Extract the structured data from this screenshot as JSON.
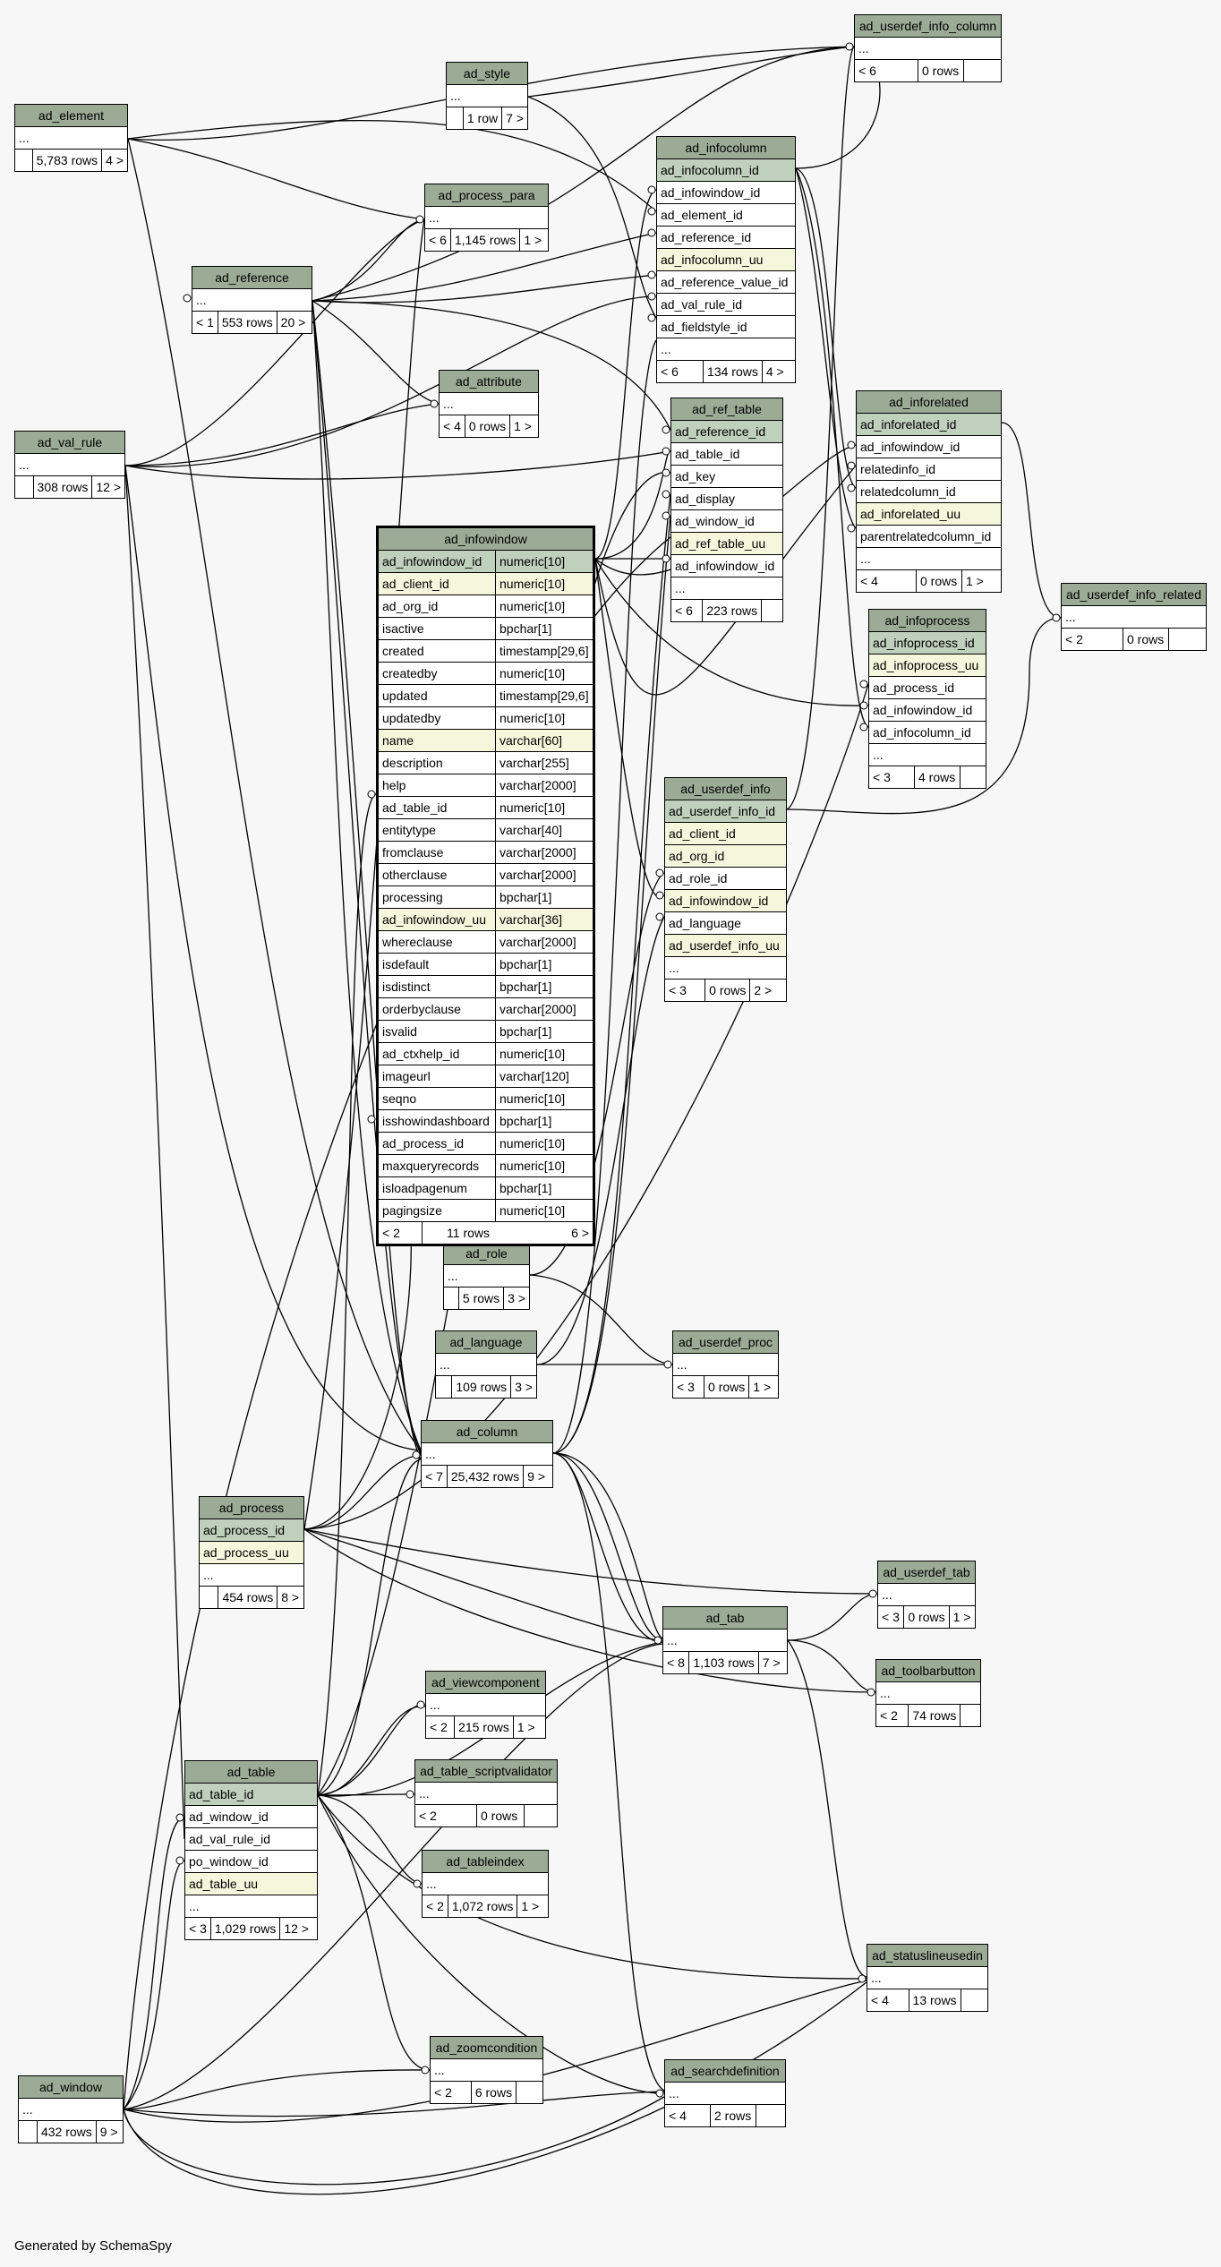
{
  "footer_text": "Generated by SchemaSpy",
  "colors": {
    "header": "#9cab96",
    "primary_key": "#bfd0bc",
    "unique_key": "#f4f7dc",
    "background": "#f7f7f7"
  },
  "tables": {
    "ad_element": {
      "name": "ad_element",
      "rows": [
        "..."
      ],
      "stats": [
        "",
        "5,783 rows",
        "4 >"
      ]
    },
    "ad_style": {
      "name": "ad_style",
      "rows": [
        "..."
      ],
      "stats": [
        "",
        "1 row",
        "7 >"
      ]
    },
    "ad_userdef_info_column": {
      "name": "ad_userdef_info_column",
      "rows": [
        "..."
      ],
      "stats": [
        "< 6",
        "0 rows",
        ""
      ]
    },
    "ad_process_para": {
      "name": "ad_process_para",
      "rows": [
        "..."
      ],
      "stats": [
        "< 6",
        "1,145 rows",
        "1 >"
      ]
    },
    "ad_reference": {
      "name": "ad_reference",
      "rows": [
        "..."
      ],
      "stats": [
        "< 1",
        "553 rows",
        "20 >"
      ]
    },
    "ad_infocolumn": {
      "name": "ad_infocolumn",
      "rows": [
        "ad_infocolumn_id",
        "ad_infowindow_id",
        "ad_element_id",
        "ad_reference_id",
        "ad_infocolumn_uu",
        "ad_reference_value_id",
        "ad_val_rule_id",
        "ad_fieldstyle_id",
        "..."
      ],
      "stats": [
        "< 6",
        "134 rows",
        "4 >"
      ]
    },
    "ad_attribute": {
      "name": "ad_attribute",
      "rows": [
        "..."
      ],
      "stats": [
        "< 4",
        "0 rows",
        "1 >"
      ]
    },
    "ad_ref_table": {
      "name": "ad_ref_table",
      "rows": [
        "ad_reference_id",
        "ad_table_id",
        "ad_key",
        "ad_display",
        "ad_window_id",
        "ad_ref_table_uu",
        "ad_infowindow_id",
        "..."
      ],
      "stats": [
        "< 6",
        "223 rows",
        ""
      ]
    },
    "ad_inforelated": {
      "name": "ad_inforelated",
      "rows": [
        "ad_inforelated_id",
        "ad_infowindow_id",
        "relatedinfo_id",
        "relatedcolumn_id",
        "ad_inforelated_uu",
        "parentrelatedcolumn_id",
        "..."
      ],
      "stats": [
        "< 4",
        "0 rows",
        "1 >"
      ]
    },
    "ad_val_rule": {
      "name": "ad_val_rule",
      "rows": [
        "..."
      ],
      "stats": [
        "",
        "308 rows",
        "12 >"
      ]
    },
    "ad_userdef_info_related": {
      "name": "ad_userdef_info_related",
      "rows": [
        "..."
      ],
      "stats": [
        "< 2",
        "0 rows",
        ""
      ]
    },
    "ad_infoprocess": {
      "name": "ad_infoprocess",
      "rows": [
        "ad_infoprocess_id",
        "ad_infoprocess_uu",
        "ad_process_id",
        "ad_infowindow_id",
        "ad_infocolumn_id",
        "..."
      ],
      "stats": [
        "< 3",
        "4 rows",
        ""
      ]
    },
    "ad_userdef_info": {
      "name": "ad_userdef_info",
      "rows": [
        "ad_userdef_info_id",
        "ad_client_id",
        "ad_org_id",
        "ad_role_id",
        "ad_infowindow_id",
        "ad_language",
        "ad_userdef_info_uu",
        "..."
      ],
      "stats": [
        "< 3",
        "0 rows",
        "2 >"
      ]
    },
    "ad_role": {
      "name": "ad_role",
      "rows": [
        "..."
      ],
      "stats": [
        "",
        "5 rows",
        "3 >"
      ]
    },
    "ad_language": {
      "name": "ad_language",
      "rows": [
        "..."
      ],
      "stats": [
        "",
        "109 rows",
        "3 >"
      ]
    },
    "ad_userdef_proc": {
      "name": "ad_userdef_proc",
      "rows": [
        "..."
      ],
      "stats": [
        "< 3",
        "0 rows",
        "1 >"
      ]
    },
    "ad_column": {
      "name": "ad_column",
      "rows": [
        "..."
      ],
      "stats": [
        "< 7",
        "25,432 rows",
        "9 >"
      ]
    },
    "ad_process": {
      "name": "ad_process",
      "rows": [
        "ad_process_id",
        "ad_process_uu",
        "..."
      ],
      "stats": [
        "",
        "454 rows",
        "8 >"
      ]
    },
    "ad_userdef_tab": {
      "name": "ad_userdef_tab",
      "rows": [
        "..."
      ],
      "stats": [
        "< 3",
        "0 rows",
        "1 >"
      ]
    },
    "ad_tab": {
      "name": "ad_tab",
      "rows": [
        "..."
      ],
      "stats": [
        "< 8",
        "1,103 rows",
        "7 >"
      ]
    },
    "ad_toolbarbutton": {
      "name": "ad_toolbarbutton",
      "rows": [
        "..."
      ],
      "stats": [
        "< 2",
        "74 rows",
        ""
      ]
    },
    "ad_viewcomponent": {
      "name": "ad_viewcomponent",
      "rows": [
        "..."
      ],
      "stats": [
        "< 2",
        "215 rows",
        "1 >"
      ]
    },
    "ad_table_scriptvalidator": {
      "name": "ad_table_scriptvalidator",
      "rows": [
        "..."
      ],
      "stats": [
        "< 2",
        "0 rows",
        ""
      ]
    },
    "ad_table": {
      "name": "ad_table",
      "rows": [
        "ad_table_id",
        "ad_window_id",
        "ad_val_rule_id",
        "po_window_id",
        "ad_table_uu",
        "..."
      ],
      "stats": [
        "< 3",
        "1,029 rows",
        "12 >"
      ]
    },
    "ad_tableindex": {
      "name": "ad_tableindex",
      "rows": [
        "..."
      ],
      "stats": [
        "< 2",
        "1,072 rows",
        "1 >"
      ]
    },
    "ad_statuslineusedin": {
      "name": "ad_statuslineusedin",
      "rows": [
        "..."
      ],
      "stats": [
        "< 4",
        "13 rows",
        ""
      ]
    },
    "ad_zoomcondition": {
      "name": "ad_zoomcondition",
      "rows": [
        "..."
      ],
      "stats": [
        "< 2",
        "6 rows",
        ""
      ]
    },
    "ad_searchdefinition": {
      "name": "ad_searchdefinition",
      "rows": [
        "..."
      ],
      "stats": [
        "< 4",
        "2 rows",
        ""
      ]
    },
    "ad_window": {
      "name": "ad_window",
      "rows": [
        "..."
      ],
      "stats": [
        "",
        "432 rows",
        "9 >"
      ]
    }
  },
  "ad_infowindow": {
    "name": "ad_infowindow",
    "columns": [
      [
        "ad_infowindow_id",
        "numeric[10]"
      ],
      [
        "ad_client_id",
        "numeric[10]"
      ],
      [
        "ad_org_id",
        "numeric[10]"
      ],
      [
        "isactive",
        "bpchar[1]"
      ],
      [
        "created",
        "timestamp[29,6]"
      ],
      [
        "createdby",
        "numeric[10]"
      ],
      [
        "updated",
        "timestamp[29,6]"
      ],
      [
        "updatedby",
        "numeric[10]"
      ],
      [
        "name",
        "varchar[60]"
      ],
      [
        "description",
        "varchar[255]"
      ],
      [
        "help",
        "varchar[2000]"
      ],
      [
        "ad_table_id",
        "numeric[10]"
      ],
      [
        "entitytype",
        "varchar[40]"
      ],
      [
        "fromclause",
        "varchar[2000]"
      ],
      [
        "otherclause",
        "varchar[2000]"
      ],
      [
        "processing",
        "bpchar[1]"
      ],
      [
        "ad_infowindow_uu",
        "varchar[36]"
      ],
      [
        "whereclause",
        "varchar[2000]"
      ],
      [
        "isdefault",
        "bpchar[1]"
      ],
      [
        "isdistinct",
        "bpchar[1]"
      ],
      [
        "orderbyclause",
        "varchar[2000]"
      ],
      [
        "isvalid",
        "bpchar[1]"
      ],
      [
        "ad_ctxhelp_id",
        "numeric[10]"
      ],
      [
        "imageurl",
        "varchar[120]"
      ],
      [
        "seqno",
        "numeric[10]"
      ],
      [
        "isshowindashboard",
        "bpchar[1]"
      ],
      [
        "ad_process_id",
        "numeric[10]"
      ],
      [
        "maxqueryrecords",
        "numeric[10]"
      ],
      [
        "isloadpagenum",
        "bpchar[1]"
      ],
      [
        "pagingsize",
        "numeric[10]"
      ]
    ],
    "stats": [
      "< 2",
      "11 rows",
      "6 >"
    ]
  }
}
